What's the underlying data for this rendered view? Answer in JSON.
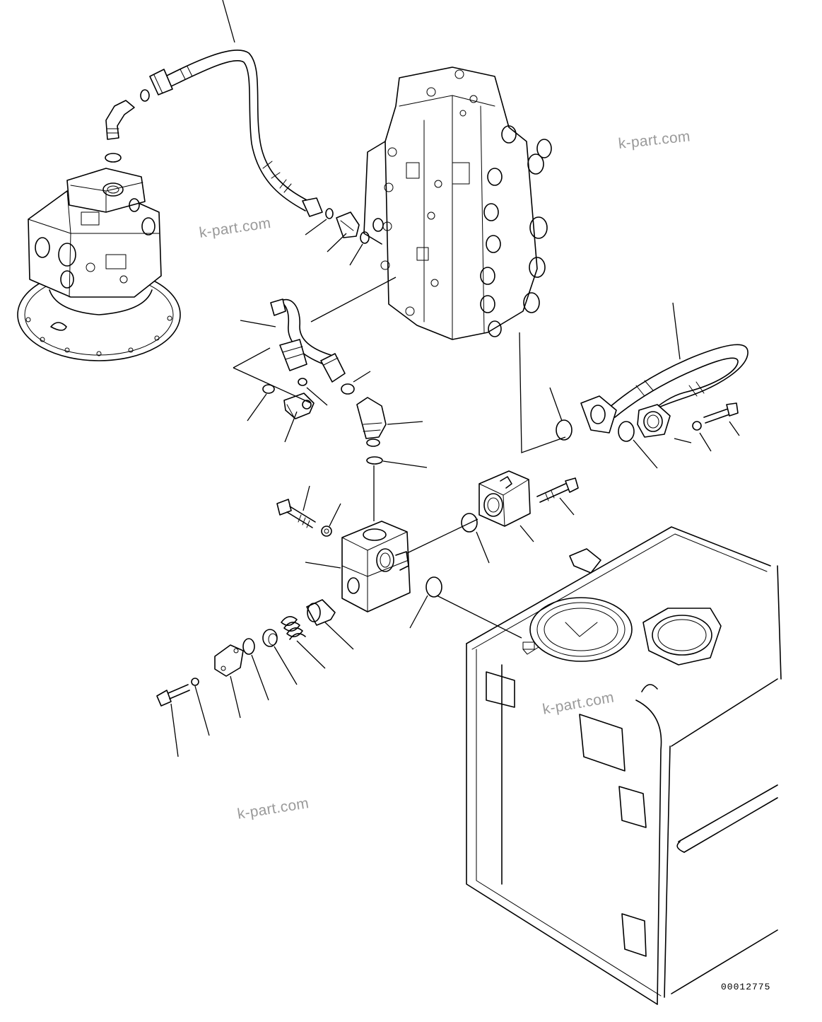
{
  "watermarks": [
    "k-part.com",
    "k-part.com",
    "k-part.com",
    "k-part.com"
  ],
  "drawing_code": "00012775",
  "icons": {
    "swing_motor": "swing-motor-icon",
    "control_valve": "control-valve-icon",
    "hydraulic_tank": "hydraulic-tank-icon",
    "check_valve_block": "valve-block-icon",
    "hose": "hydraulic-hose-icon"
  }
}
